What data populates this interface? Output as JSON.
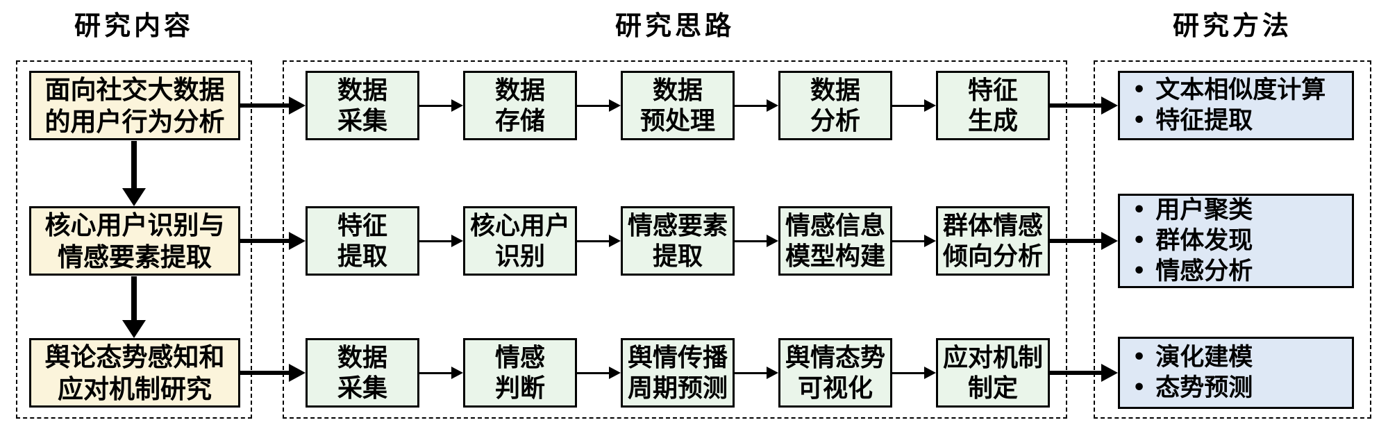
{
  "headers": {
    "content": "研究内容",
    "approach": "研究思路",
    "methods": "研究方法"
  },
  "content": {
    "boxes": [
      {
        "lines": [
          "面向社交大数据",
          "的用户行为分析"
        ]
      },
      {
        "lines": [
          "核心用户识别与",
          "情感要素提取"
        ]
      },
      {
        "lines": [
          "舆论态势感知和",
          "应对机制研究"
        ]
      }
    ]
  },
  "approach": {
    "rows": [
      {
        "steps": [
          {
            "lines": [
              "数据",
              "采集"
            ]
          },
          {
            "lines": [
              "数据",
              "存储"
            ]
          },
          {
            "lines": [
              "数据",
              "预处理"
            ]
          },
          {
            "lines": [
              "数据",
              "分析"
            ]
          },
          {
            "lines": [
              "特征",
              "生成"
            ]
          }
        ]
      },
      {
        "steps": [
          {
            "lines": [
              "特征",
              "提取"
            ]
          },
          {
            "lines": [
              "核心用户",
              "识别"
            ]
          },
          {
            "lines": [
              "情感要素",
              "提取"
            ]
          },
          {
            "lines": [
              "情感信息",
              "模型构建"
            ]
          },
          {
            "lines": [
              "群体情感",
              "倾向分析"
            ]
          }
        ]
      },
      {
        "steps": [
          {
            "lines": [
              "数据",
              "采集"
            ]
          },
          {
            "lines": [
              "情感",
              "判断"
            ]
          },
          {
            "lines": [
              "舆情传播",
              "周期预测"
            ]
          },
          {
            "lines": [
              "舆情态势",
              "可视化"
            ]
          },
          {
            "lines": [
              "应对机制",
              "制定"
            ]
          }
        ]
      }
    ]
  },
  "methods": {
    "boxes": [
      {
        "items": [
          "文本相似度计算",
          "特征提取"
        ]
      },
      {
        "items": [
          "用户聚类",
          "群体发现",
          "情感分析"
        ]
      },
      {
        "items": [
          "演化建模",
          "态势预测"
        ]
      }
    ]
  },
  "icons": {
    "bullet": "•"
  },
  "colors": {
    "content_box": "#fbf4db",
    "step_box": "#eaf5ea",
    "method_box": "#dee8f5",
    "border": "#000000",
    "background": "#ffffff"
  }
}
